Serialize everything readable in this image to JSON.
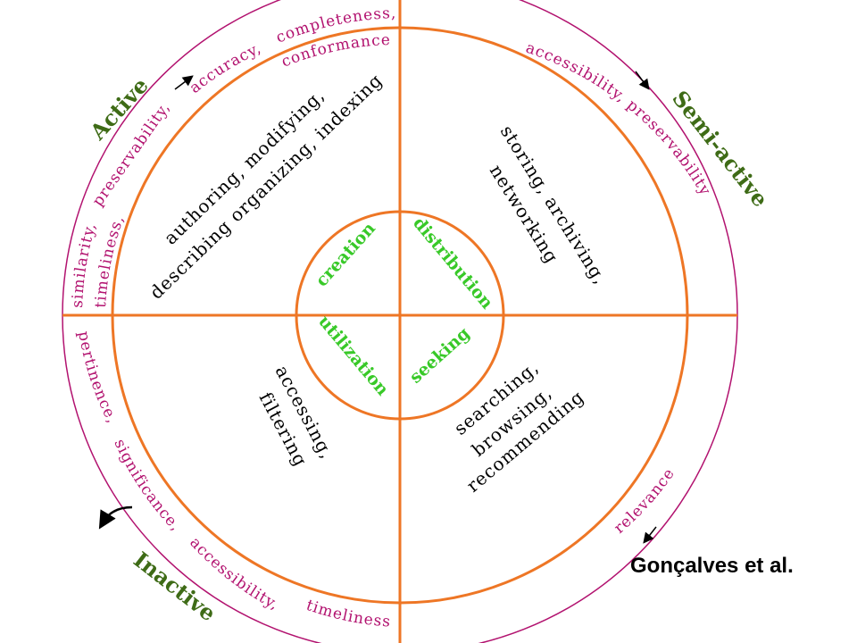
{
  "colors": {
    "phase": "#3e6b16",
    "quality": "#b2126f",
    "stage": "#38c928",
    "ring": "#ee7625",
    "activity": "#000000"
  },
  "phases": {
    "active": "Active",
    "semi_active": "Semi-active",
    "inactive": "Inactive"
  },
  "qualities": {
    "active_left_1": "similarity,",
    "active_left_2": "timeliness,",
    "active_left_3": "preservability,",
    "active_top_1": "accuracy,",
    "active_top_2": "completeness,",
    "active_top_3": "conformance",
    "semi_active": "accessibility, preservability",
    "inactive_1": "pertinence,",
    "inactive_2": "significance,",
    "inactive_3": "accessibility,",
    "inactive_4": "timeliness",
    "relevance": "relevance"
  },
  "activities": {
    "creation_1": "authoring, modifying,",
    "creation_2": "describing organizing, indexing",
    "distribution_1": "storing, archiving,",
    "distribution_2": "networking",
    "utilization_1": "accessing,",
    "utilization_2": "filtering",
    "seeking_1": "searching,",
    "seeking_2": "browsing,",
    "seeking_3": "recommending"
  },
  "stages": {
    "creation": "creation",
    "distribution": "distribution",
    "utilization": "utilization",
    "seeking": "seeking"
  },
  "credit": "Gonçalves et al."
}
